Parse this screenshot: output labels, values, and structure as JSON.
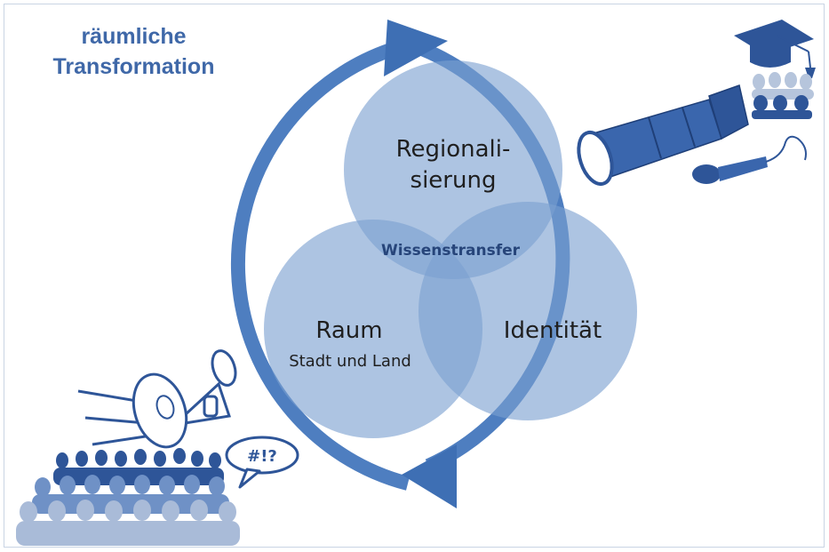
{
  "heading": {
    "line1": "räumliche",
    "line2": "Transformation"
  },
  "circles": {
    "top": {
      "line1": "Regionali-",
      "line2": "sierung"
    },
    "left": {
      "label": "Raum",
      "sublabel": "Stadt und Land"
    },
    "right": {
      "label": "Identität"
    }
  },
  "overlap": {
    "label": "Wissenstransfer"
  },
  "speech_bubble": {
    "text": "#!?"
  },
  "icons": [
    "mortarboard-icon",
    "audience-icon",
    "telescope-icon",
    "microphone-icon",
    "megaphone-icon",
    "crowd-icon",
    "speech-bubble-icon",
    "cycle-arrow-icon"
  ],
  "colors": {
    "circle_fill": "#9cb6da",
    "ring": "#4e7ec0",
    "dark_blue": "#2e5598",
    "title": "#3f68a8"
  }
}
